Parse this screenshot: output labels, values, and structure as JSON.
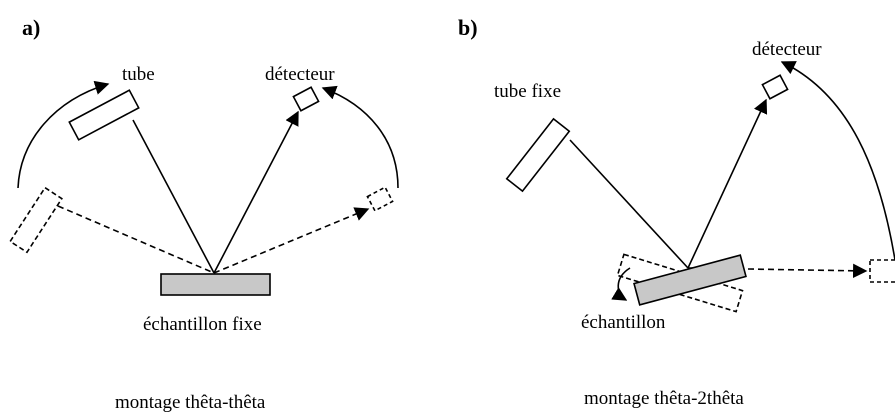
{
  "panels": [
    {
      "letter": "a)",
      "tube_label": "tube",
      "detector_label": "détecteur",
      "sample_label": "échantillon fixe",
      "caption": "montage thêta-thêta"
    },
    {
      "letter": "b)",
      "tube_label": "tube fixe",
      "detector_label": "détecteur",
      "sample_label": "échantillon",
      "caption": "montage thêta-2thêta"
    }
  ],
  "colors": {
    "stroke": "#000000",
    "sample_fill": "#c8c8c8",
    "background": "#ffffff"
  }
}
